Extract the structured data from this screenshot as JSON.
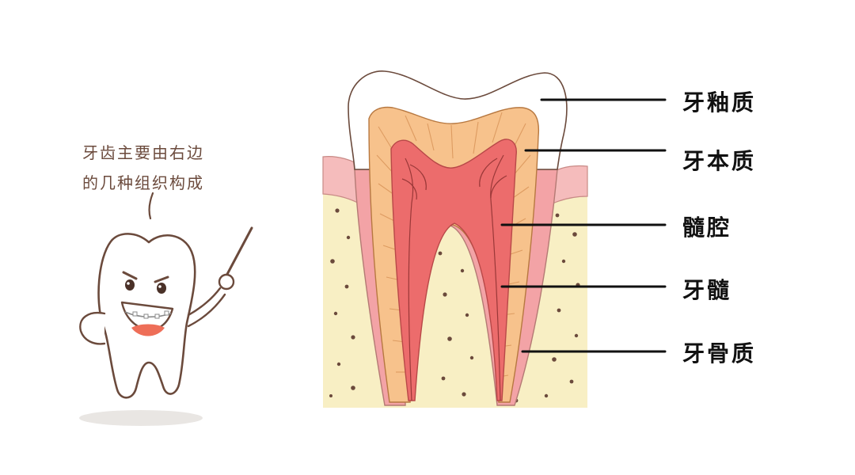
{
  "speech": {
    "line1": "牙齿主要由右边",
    "line2": "的几种组织构成"
  },
  "labels": [
    {
      "text": "牙釉质"
    },
    {
      "text": "牙本质"
    },
    {
      "text": "髓腔"
    },
    {
      "text": "牙髓"
    },
    {
      "text": "牙骨质"
    }
  ],
  "colors": {
    "outline": "#6b4a3c",
    "enamel": "#ffffff",
    "dentin": "#f7c28c",
    "pulp": "#ec6c6c",
    "gum": "#f5bcbc",
    "bone": "#f8efc4",
    "bone_dot": "#6b4a3c",
    "leader_line": "#111111"
  }
}
